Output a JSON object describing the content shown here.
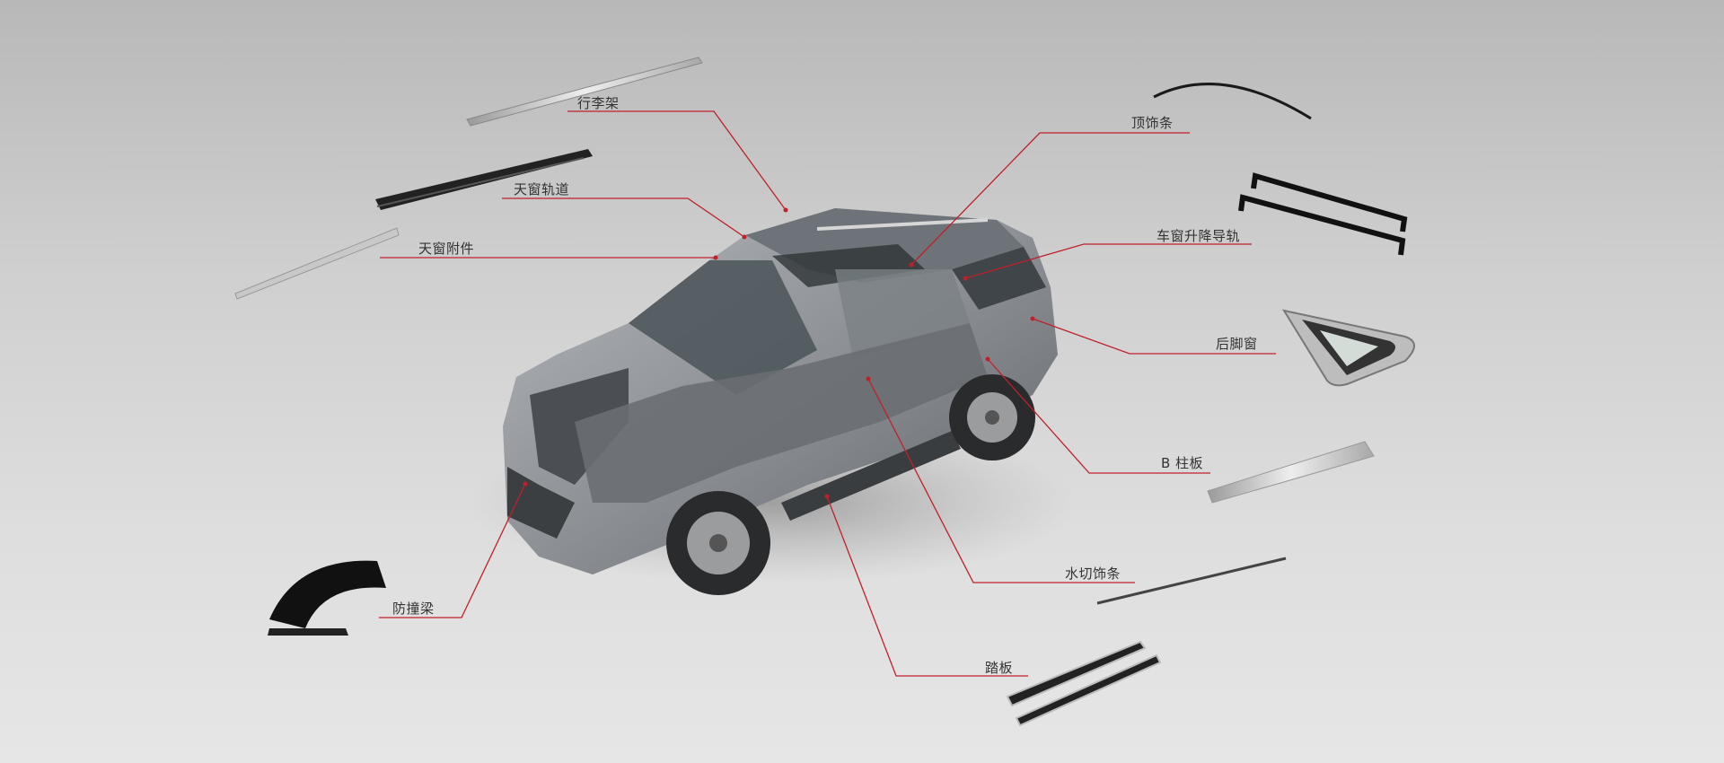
{
  "labels": {
    "roof_rack": "行李架",
    "sunroof_track": "天窗轨道",
    "sunroof_accessory": "天窗附件",
    "roof_trim": "顶饰条",
    "window_regulator_rail": "车窗升降导轨",
    "rear_quarter_window": "后脚窗",
    "b_pillar_panel": "B 柱板",
    "belt_moulding": "水切饰条",
    "running_board": "踏板",
    "bumper_beam": "防撞梁"
  },
  "colors": {
    "leader_line": "#c0202a",
    "label_text": "#333333"
  }
}
